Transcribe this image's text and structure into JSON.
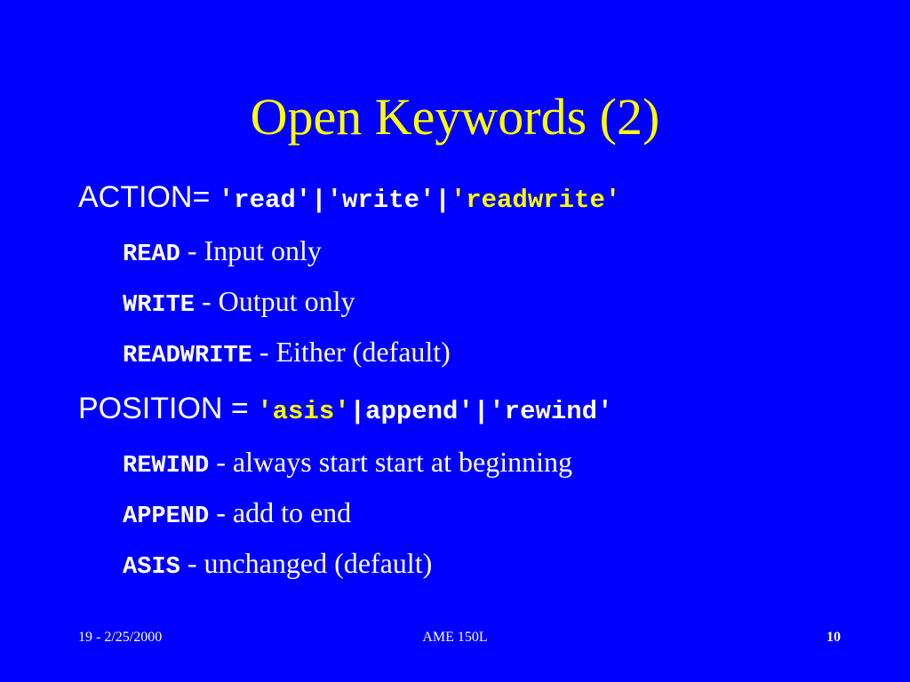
{
  "title": "Open Keywords (2)",
  "colors": {
    "background": "#0000FF",
    "text": "#FFFFFF",
    "accent": "#FFFF00"
  },
  "action": {
    "keyword": "ACTION=",
    "value_prefix": "'read'|'write'|",
    "value_default": "'readwrite'",
    "items": [
      {
        "keyword": "READ",
        "description": "- Input only"
      },
      {
        "keyword": "WRITE",
        "description": "- Output only"
      },
      {
        "keyword": "READWRITE",
        "description": "- Either (default)"
      }
    ]
  },
  "position": {
    "keyword": "POSITION =",
    "value_default": "'asis'",
    "value_suffix": "|append'|'rewind'",
    "items": [
      {
        "keyword": "REWIND",
        "description": "- always start start at beginning"
      },
      {
        "keyword": "APPEND",
        "description": "- add to end"
      },
      {
        "keyword": "ASIS",
        "description": "- unchanged (default)"
      }
    ]
  },
  "footer": {
    "left": "19 - 2/25/2000",
    "center": "AME 150L",
    "right": "10"
  }
}
